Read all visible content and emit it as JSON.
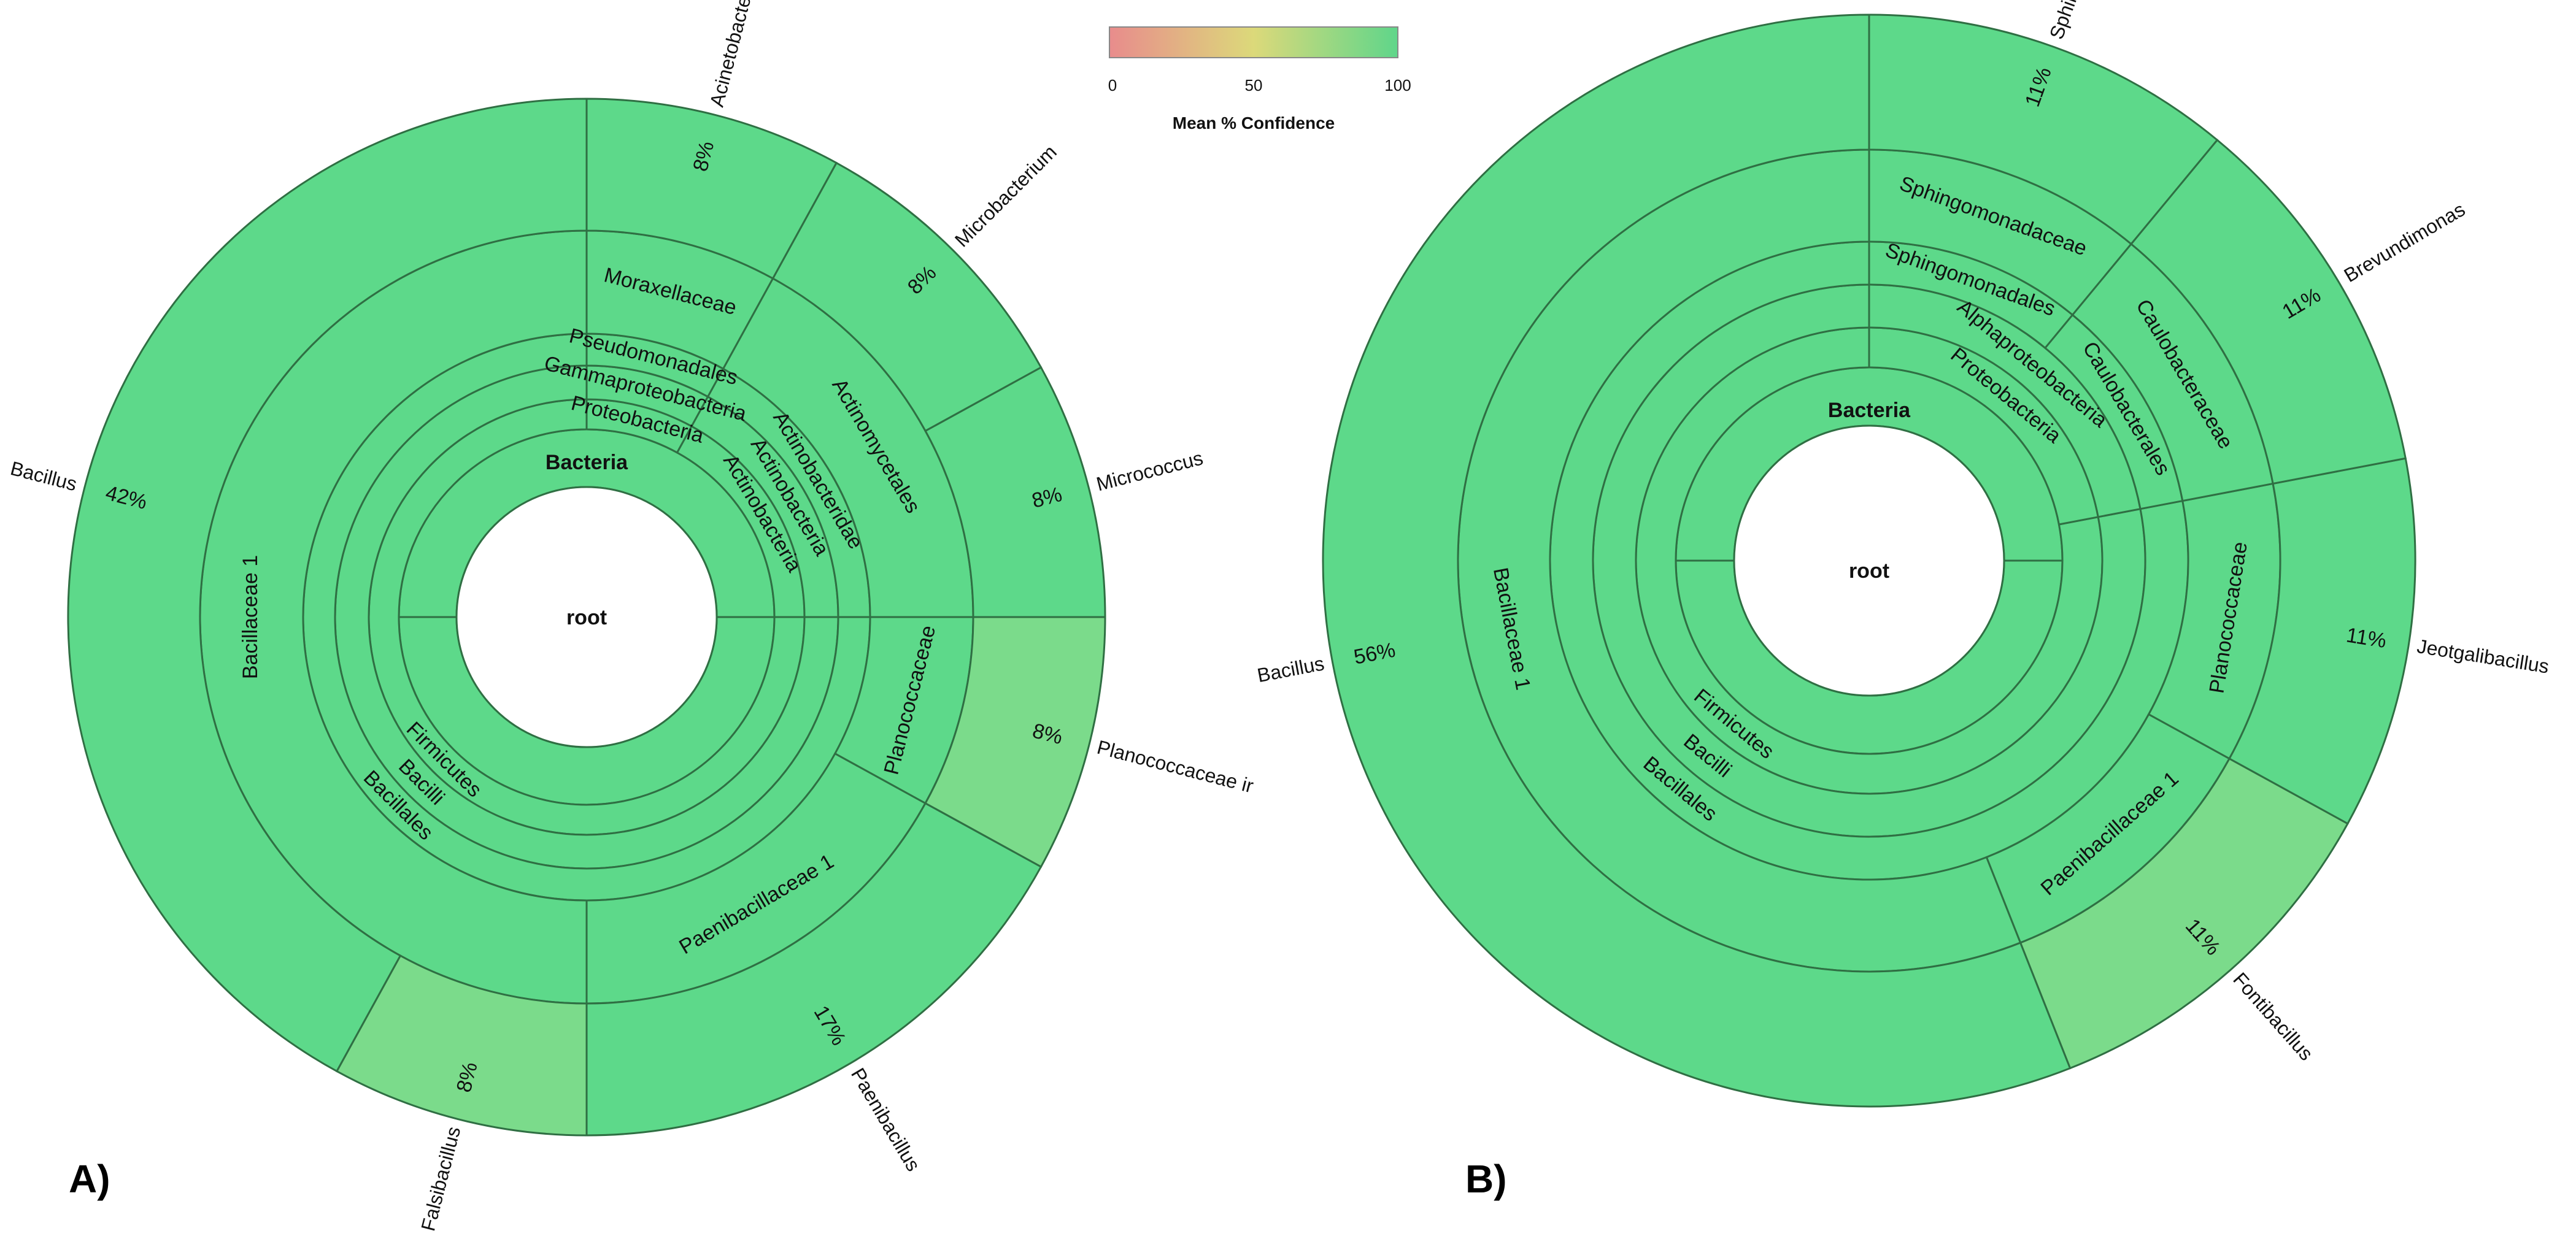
{
  "legend": {
    "ticks": [
      "0",
      "50",
      "100"
    ],
    "title": "Mean % Confidence",
    "colors": [
      "#e88c8c",
      "#dcd97a",
      "#5fd68a"
    ]
  },
  "colors": {
    "high": "#5dd98a",
    "medium": "#7bdb8b",
    "stroke": "#2f6f43"
  },
  "chart_data": [
    {
      "type": "sunburst",
      "panel": "A)",
      "root": "root",
      "level1": [
        "Bacteria"
      ],
      "segments": [
        {
          "level": 2,
          "label": "Firmicutes",
          "start": 0,
          "end": 75
        },
        {
          "level": 3,
          "label": "Bacilli",
          "start": 0,
          "end": 75
        },
        {
          "level": 4,
          "label": "Bacillales",
          "start": 0,
          "end": 75
        },
        {
          "level": 5,
          "label": "Bacillaceae 1",
          "start": 0,
          "end": 50
        },
        {
          "level": 5,
          "label": "Paenibacillaceae 1",
          "start": 50,
          "end": 67
        },
        {
          "level": 5,
          "label": "Planococcaceae",
          "start": 67,
          "end": 75
        },
        {
          "level": 2,
          "label": "Actinobacteria",
          "start": 75,
          "end": 92
        },
        {
          "level": 3,
          "label": "Actinobacteria",
          "start": 75,
          "end": 92
        },
        {
          "level": 4,
          "label": "Actinobacteridae",
          "start": 75,
          "end": 92
        },
        {
          "level": 5,
          "label": "Actinomycetales",
          "start": 75,
          "end": 92
        },
        {
          "level": 2,
          "label": "Proteobacteria",
          "start": 92,
          "end": 100
        },
        {
          "level": 3,
          "label": "Gammaproteobacteria",
          "start": 92,
          "end": 100
        },
        {
          "level": 4,
          "label": "Pseudomonadales",
          "start": 92,
          "end": 100
        },
        {
          "level": 5,
          "label": "Moraxellaceae",
          "start": 92,
          "end": 100
        }
      ],
      "genera": [
        {
          "label": "Bacillus",
          "pct": "42%",
          "start": 0,
          "end": 42,
          "confidence": "high"
        },
        {
          "label": "Falsibacillus",
          "pct": "8%",
          "start": 42,
          "end": 50,
          "confidence": "medium"
        },
        {
          "label": "Paenibacillus",
          "pct": "17%",
          "start": 50,
          "end": 67,
          "confidence": "high"
        },
        {
          "label": "Planococcaceae ir",
          "pct": "8%",
          "start": 67,
          "end": 75,
          "confidence": "medium"
        },
        {
          "label": "Micrococcus",
          "pct": "8%",
          "start": 75,
          "end": 83,
          "confidence": "high"
        },
        {
          "label": "Microbacterium",
          "pct": "8%",
          "start": 83,
          "end": 92,
          "confidence": "high"
        },
        {
          "label": "Acinetobacter",
          "pct": "8%",
          "start": 92,
          "end": 100,
          "confidence": "high"
        }
      ]
    },
    {
      "type": "sunburst",
      "panel": "B)",
      "root": "root",
      "level1": [
        "Bacteria"
      ],
      "segments": [
        {
          "level": 2,
          "label": "Firmicutes",
          "start": 0,
          "end": 78
        },
        {
          "level": 3,
          "label": "Bacilli",
          "start": 0,
          "end": 78
        },
        {
          "level": 4,
          "label": "Bacillales",
          "start": 0,
          "end": 78
        },
        {
          "level": 5,
          "label": "Bacillaceae 1",
          "start": 0,
          "end": 56
        },
        {
          "level": 5,
          "label": "Paenibacillaceae 1",
          "start": 56,
          "end": 67
        },
        {
          "level": 5,
          "label": "Planococcaceae",
          "start": 67,
          "end": 78
        },
        {
          "level": 2,
          "label": "Proteobacteria",
          "start": 78,
          "end": 100
        },
        {
          "level": 3,
          "label": "Alphaproteobacteria",
          "start": 78,
          "end": 100
        },
        {
          "level": 4,
          "label": "Caulobacterales",
          "start": 78,
          "end": 89
        },
        {
          "level": 5,
          "label": "Caulobacteraceae",
          "start": 78,
          "end": 89
        },
        {
          "level": 4,
          "label": "Sphingomonadales",
          "start": 89,
          "end": 100
        },
        {
          "level": 5,
          "label": "Sphingomonadaceae",
          "start": 89,
          "end": 100
        }
      ],
      "genera": [
        {
          "label": "Bacillus",
          "pct": "56%",
          "start": 0,
          "end": 56,
          "confidence": "high"
        },
        {
          "label": "Fontibacillus",
          "pct": "11%",
          "start": 56,
          "end": 67,
          "confidence": "medium"
        },
        {
          "label": "Jeotgalibacillus",
          "pct": "11%",
          "start": 67,
          "end": 78,
          "confidence": "high"
        },
        {
          "label": "Brevundimonas",
          "pct": "11%",
          "start": 78,
          "end": 89,
          "confidence": "high"
        },
        {
          "label": "Sphingomonas",
          "pct": "11%",
          "start": 89,
          "end": 100,
          "confidence": "high"
        }
      ]
    }
  ]
}
